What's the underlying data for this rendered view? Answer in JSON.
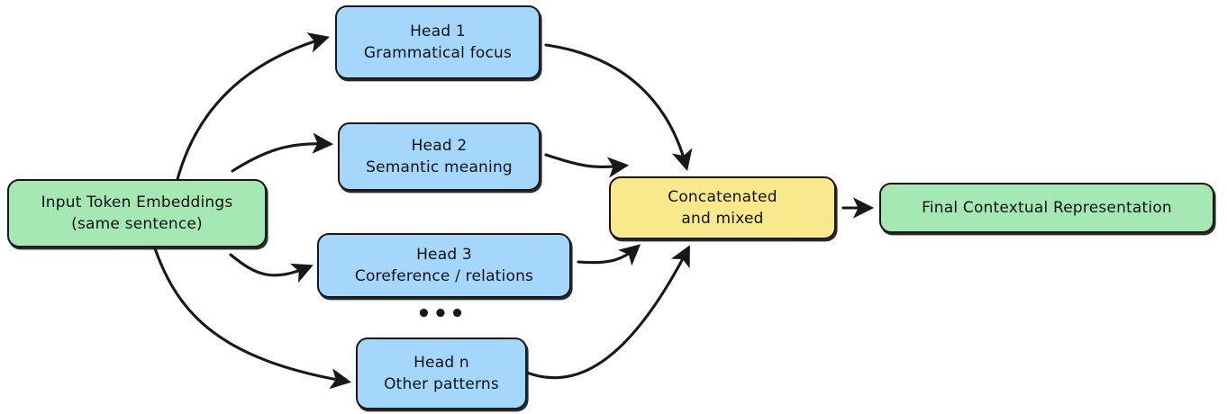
{
  "diagram": {
    "title_visible": false,
    "palette": {
      "green": "#a6e8b4",
      "blue": "#a4d7fb",
      "yellow": "#fae98c",
      "stroke": "#18181b",
      "background": "#ffffff"
    },
    "nodes": {
      "input": {
        "line1": "Input Token Embeddings",
        "line2": "(same sentence)",
        "color": "green"
      },
      "head1": {
        "line1": "Head 1",
        "line2": "Grammatical focus",
        "color": "blue"
      },
      "head2": {
        "line1": "Head 2",
        "line2": "Semantic meaning",
        "color": "blue"
      },
      "head3": {
        "line1": "Head 3",
        "line2": "Coreference / relations",
        "color": "blue"
      },
      "headn": {
        "line1": "Head n",
        "line2": "Other patterns",
        "color": "blue"
      },
      "concat": {
        "line1": "Concatenated",
        "line2": "and mixed",
        "color": "yellow"
      },
      "final": {
        "line1": "Final Contextual Representation",
        "color": "green"
      }
    },
    "ellipsis": "•••",
    "edges": [
      {
        "from": "input",
        "to": "head1"
      },
      {
        "from": "input",
        "to": "head2"
      },
      {
        "from": "input",
        "to": "head3"
      },
      {
        "from": "input",
        "to": "headn"
      },
      {
        "from": "head1",
        "to": "concat"
      },
      {
        "from": "head2",
        "to": "concat"
      },
      {
        "from": "head3",
        "to": "concat"
      },
      {
        "from": "headn",
        "to": "concat"
      },
      {
        "from": "concat",
        "to": "final"
      }
    ]
  }
}
